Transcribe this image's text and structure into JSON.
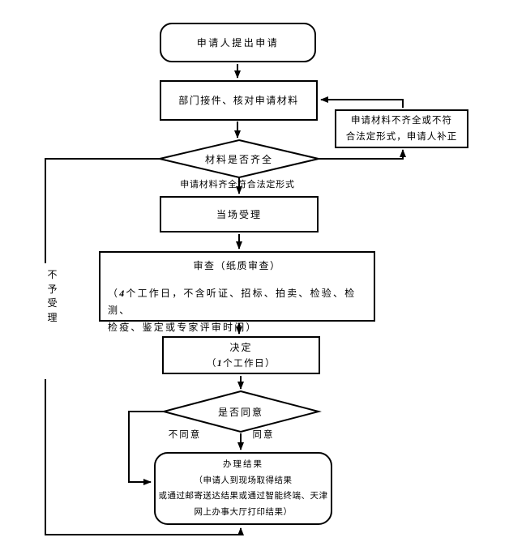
{
  "nodes": {
    "start": "申请人提出申请",
    "receive": "部门接件、核对申请材料",
    "materials_check": "材料是否齐全",
    "supplement": {
      "line1": "申请材料不齐全或不符",
      "line2": "合法定形式，申请人补正"
    },
    "complete_label": "申请材料齐全符合法定形式",
    "accept": "当场受理",
    "review": {
      "title": "审查（纸质审查）",
      "note_open": "（",
      "note_days": "4",
      "note_rest": "个工作日，不含听证、招标、拍卖、检验、检测、",
      "note_line2": "检疫、鉴定或专家评审时间）"
    },
    "decision": {
      "title": "决定",
      "note_open": "（",
      "note_days": "1",
      "note_rest": "个工作日）"
    },
    "agree_check": "是否同意",
    "result": {
      "line1": "办理结果",
      "line2": "（申请人到现场取得结果",
      "line3": "或通过邮寄送达结果或通过智能终端、天津",
      "line4": "网上办事大厅打印结果）"
    }
  },
  "edge_labels": {
    "reject": "不予受理",
    "disagree": "不同意",
    "agree": "同意"
  },
  "colors": {
    "line": "#000000",
    "background": "#ffffff"
  }
}
